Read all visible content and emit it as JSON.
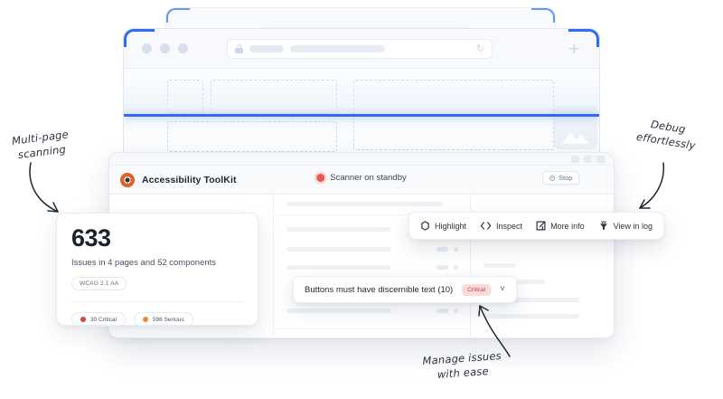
{
  "browser": {
    "name": "browser-mock",
    "url_placeholder": "",
    "newtab_label": "+",
    "refresh_icon": "refresh-icon",
    "lock_icon": "lock-icon"
  },
  "app": {
    "brand_name": "Accessibility ToolKit",
    "logo_icon": "accessibility-toolkit-logo",
    "scanner_status": "Scanner on standby",
    "status_dot_color": "#e9584b",
    "stop_label": "Stop",
    "stop_icon": "stop-record-icon"
  },
  "summary": {
    "count": "633",
    "subtitle": "Issues in 4 pages and 52 components",
    "standard_badge": "WCAG 2.1 AA",
    "severities": [
      {
        "label": "30 Critical",
        "color": "#d4453a"
      },
      {
        "label": "596 Serious",
        "color": "#ea8c2b"
      }
    ]
  },
  "toolbar": {
    "items": [
      {
        "label": "Highlight",
        "icon": "hexagon-highlight-icon"
      },
      {
        "label": "Inspect",
        "icon": "code-brackets-icon"
      },
      {
        "label": "More info",
        "icon": "external-link-icon"
      },
      {
        "label": "View in log",
        "icon": "funnel-filter-icon"
      }
    ]
  },
  "issue": {
    "title": "Buttons must have discernible text (10)",
    "severity": "Critical",
    "severity_bg": "#fbdcdc",
    "severity_fg": "#c1392f",
    "expand_icon": "chevron-down-icon"
  },
  "annotations": {
    "multipage": "Multi-page\nscanning",
    "debug": "Debug\neffortlessly",
    "manage": "Manage issues\nwith ease"
  },
  "colors": {
    "accent_blue": "#2f6bf6",
    "scanline": "#2f6bf6"
  }
}
